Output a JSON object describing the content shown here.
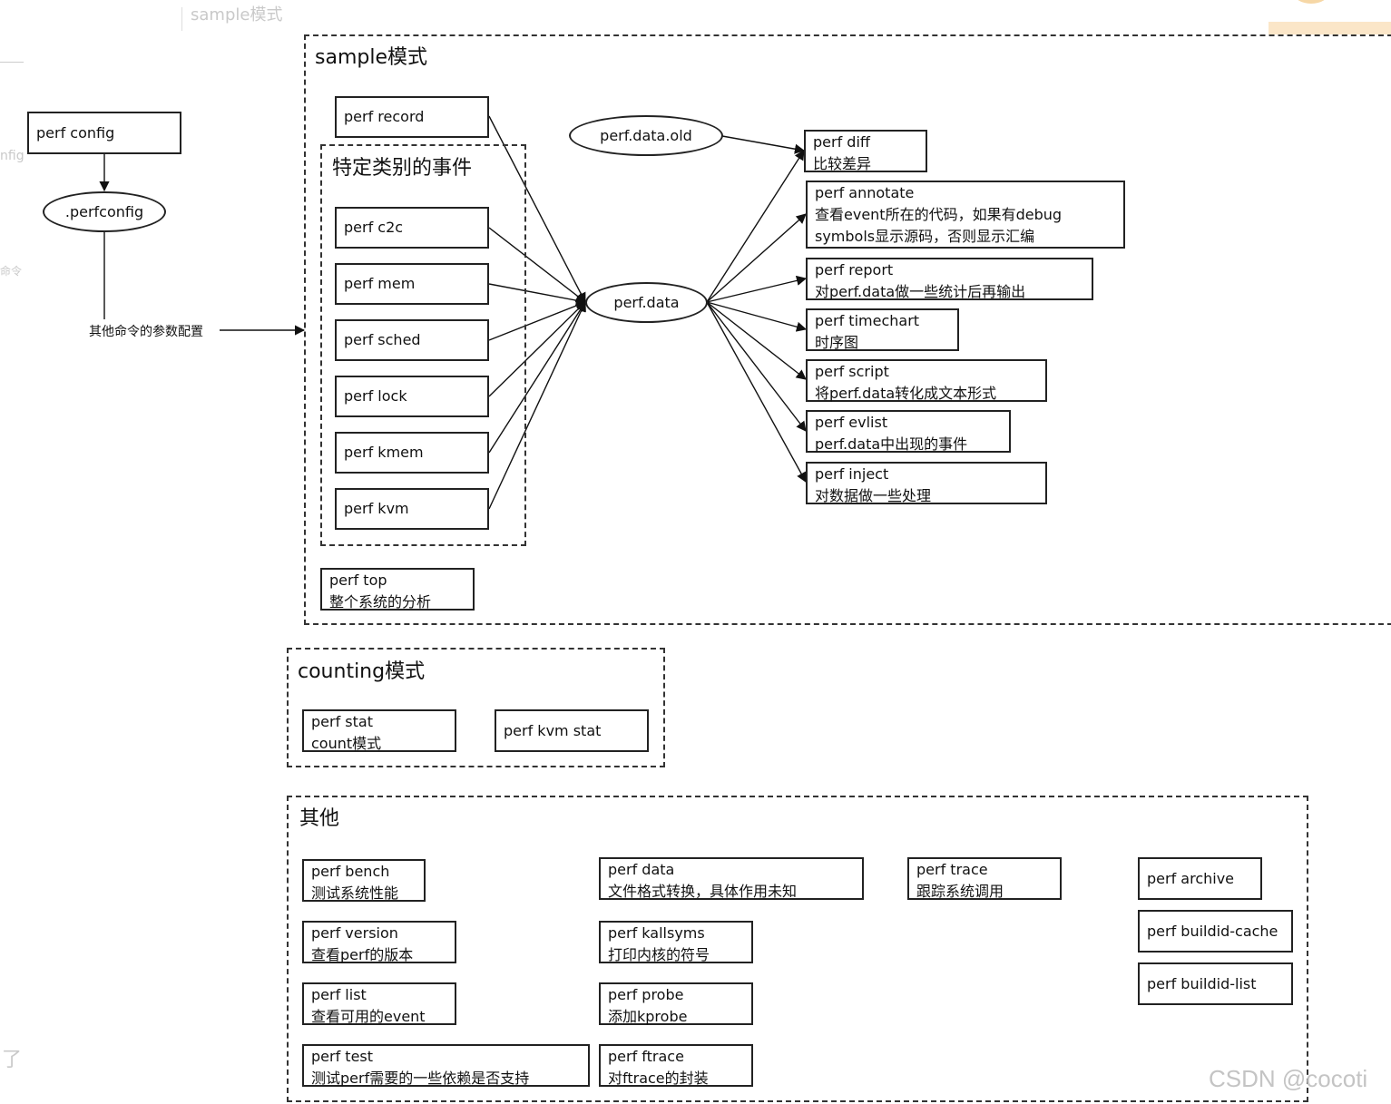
{
  "background_fragments": {
    "top_left": "sample模式",
    "left_mid1": "nfig",
    "left_mid2": "命令",
    "bottom_left": "了"
  },
  "config": {
    "perf_config": "perf config",
    "perfconfig_file": ".perfconfig",
    "edge_label": "其他命令的参数配置"
  },
  "sample": {
    "title": "sample模式",
    "perf_record": "perf record",
    "events_group_title": "特定类别的事件",
    "events": [
      "perf c2c",
      "perf mem",
      "perf sched",
      "perf lock",
      "perf kmem",
      "perf kvm"
    ],
    "perf_top": {
      "name": "perf top",
      "desc": "整个系统的分析"
    },
    "perf_data_old": "perf.data.old",
    "perf_data": "perf.data",
    "outputs": [
      {
        "name": "perf diff",
        "desc": "比较差异"
      },
      {
        "name": "perf annotate",
        "desc": "查看event所在的代码，如果有debug",
        "desc2": "symbols显示源码，否则显示汇编"
      },
      {
        "name": "perf report",
        "desc": "对perf.data做一些统计后再输出"
      },
      {
        "name": "perf timechart",
        "desc": "时序图"
      },
      {
        "name": "perf script",
        "desc": "将perf.data转化成文本形式"
      },
      {
        "name": "perf evlist",
        "desc": "perf.data中出现的事件"
      },
      {
        "name": "perf inject",
        "desc": "对数据做一些处理"
      }
    ]
  },
  "counting": {
    "title": "counting模式",
    "perf_stat": {
      "name": "perf stat",
      "desc": "count模式"
    },
    "perf_kvm_stat": "perf kvm stat"
  },
  "other": {
    "title": "其他",
    "items": [
      {
        "name": "perf bench",
        "desc": "测试系统性能"
      },
      {
        "name": "perf version",
        "desc": "查看perf的版本"
      },
      {
        "name": "perf list",
        "desc": "查看可用的event"
      },
      {
        "name": "perf test",
        "desc": "测试perf需要的一些依赖是否支持"
      },
      {
        "name": "perf data",
        "desc": "文件格式转换，具体作用未知"
      },
      {
        "name": "perf kallsyms",
        "desc": "打印内核的符号"
      },
      {
        "name": "perf probe",
        "desc": "添加kprobe"
      },
      {
        "name": "perf ftrace",
        "desc": "对ftrace的封装"
      },
      {
        "name": "perf trace",
        "desc": "跟踪系统调用"
      },
      {
        "name": "perf archive"
      },
      {
        "name": "perf buildid-cache"
      },
      {
        "name": "perf buildid-list"
      }
    ]
  },
  "watermark": "CSDN @cocoti"
}
